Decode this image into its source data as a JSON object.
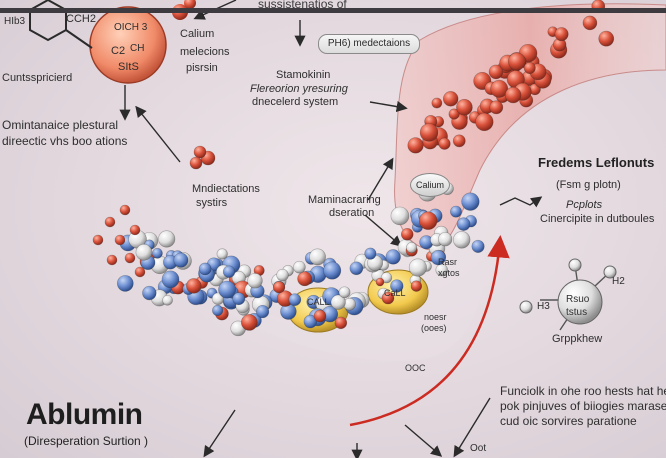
{
  "header": {
    "title": "sussistenatios of"
  },
  "molecule_badge": {
    "line1": "CCH2",
    "line2": "C2",
    "line3": "CH",
    "line4": "SItS",
    "inner": "OICH 3",
    "side": "HIb3"
  },
  "labels": {
    "top_left_caption": "Cuntsspricierd",
    "calium": "Calium",
    "melecions": "melecions",
    "pisrsin": "pisrsin",
    "ph_pill": "PH6)  medectaions",
    "stamokinin": "Stamokinin",
    "fleroerion": "Flereorion yresuring",
    "dnecelerd": "dnecelerd system",
    "left_note_1": "Omintanaice plestural",
    "left_note_2": "direectic vhs boo ations",
    "mndlectations": "Mndiectations",
    "systirs": "systirs",
    "maminacraring": "Maminacraring",
    "dseration": "dseration",
    "calium_bubble": "Calium",
    "fredems": "Fredems Leflonuts",
    "fsm_plot": "(Fsm g plotn)",
    "pcplots": "Pcplots",
    "cinercipite": "Cinercipite in dutboules",
    "rasr": "Rasr",
    "xgtos": "xgtos",
    "call1": "CALL",
    "call2": "CaLL",
    "noesr": "noesr",
    "noesr_sub": "(ooes)",
    "occ": "OOC",
    "rsuo": "Rsuo",
    "tstus": "tstus",
    "h2": "H2",
    "ih3": "H3",
    "grppkhew": "Grppkhew",
    "bottom_right_1": "Funciolk in ohe roo hests hat he",
    "bottom_right_2": "pok pinjuves of biiogies marase",
    "bottom_right_3": "cud oic sorvires paratione",
    "bottom_tiny": "Oot",
    "main_title": "Ablumin",
    "main_subtitle": "(Diresperation Surtion )"
  },
  "colors": {
    "red_molecule": "#d9513a",
    "blue_molecule": "#6d8fd1",
    "white_molecule": "#e4e4e4",
    "vessel": "#e8a9a6",
    "arrow_red": "#cc2b22",
    "badge": "#f08a68",
    "yellow_cell": "#f2c94c"
  }
}
